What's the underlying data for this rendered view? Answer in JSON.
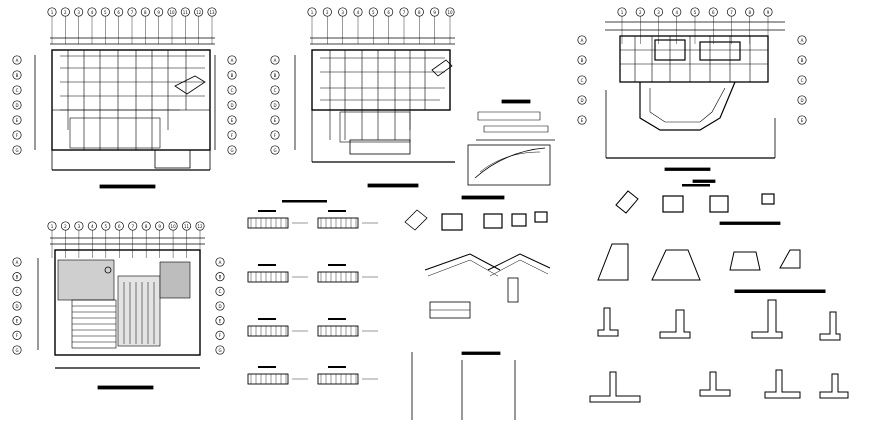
{
  "sheet": {
    "background": "#ffffff",
    "ink": "#000000",
    "plans": [
      {
        "id": "foundation-plan",
        "grid_top": [
          "1",
          "2",
          "3",
          "4",
          "5",
          "6",
          "7",
          "8",
          "9",
          "10",
          "11",
          "12",
          "13"
        ],
        "grid_side": [
          "A",
          "B",
          "C",
          "D",
          "E",
          "F",
          "G"
        ]
      },
      {
        "id": "first-floor-plan",
        "grid_top": [
          "1",
          "2",
          "3",
          "4",
          "5",
          "6",
          "7",
          "8",
          "9",
          "10"
        ],
        "grid_side": [
          "A",
          "B",
          "C",
          "D",
          "E",
          "F",
          "G"
        ]
      },
      {
        "id": "roof-structure-plan",
        "grid_top": [
          "1",
          "2",
          "3",
          "4",
          "5",
          "6",
          "7",
          "8",
          "9"
        ],
        "grid_side": [
          "A",
          "B",
          "C",
          "D",
          "E"
        ]
      },
      {
        "id": "roof-plan",
        "grid_top": [
          "1",
          "2",
          "3",
          "4",
          "5",
          "6",
          "7",
          "8",
          "9",
          "10",
          "11",
          "12"
        ],
        "grid_side": [
          "A",
          "B",
          "C",
          "D",
          "E",
          "F",
          "G"
        ]
      }
    ]
  }
}
